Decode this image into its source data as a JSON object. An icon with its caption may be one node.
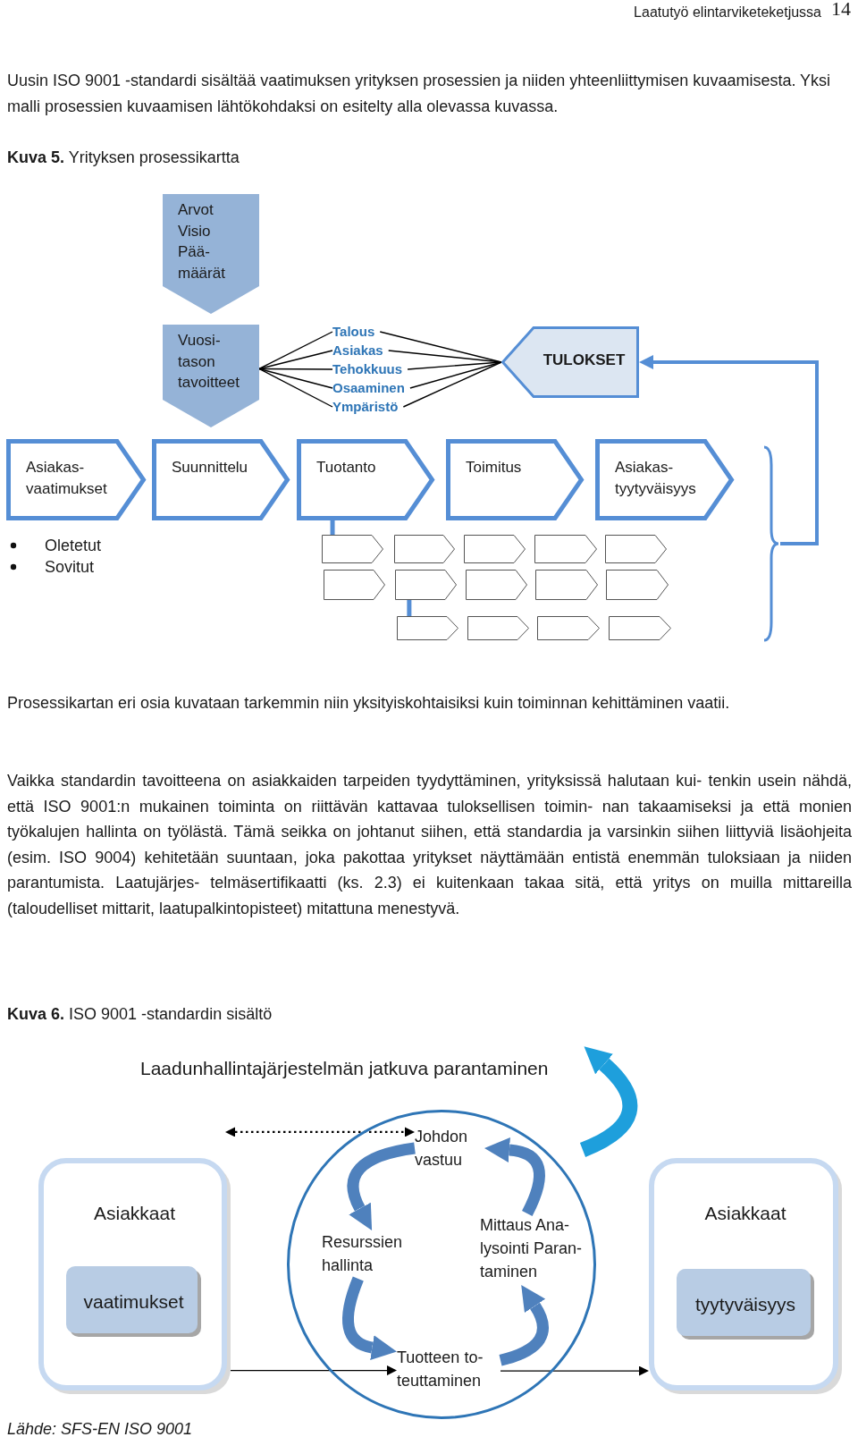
{
  "diagram": {
    "nodes": [
      {
        "text": [
          "Arvot Visio Pää- määrät"
        ]
      },
      {
        "text": [
          "Vuosi- tason tavoitteet"
        ]
      },
      {
        "text": [
          "Talous"
        ]
      },
      {
        "text": [
          "Asiakas"
        ]
      },
      {
        "text": [
          "Tehokkuus"
        ]
      },
      {
        "text": [
          "Osaaminen"
        ]
      },
      {
        "text": [
          "Ympäristö"
        ]
      },
      {
        "text": [
          "TULOKSET"
        ]
      },
      {
        "text": [
          "Asiakas- vaatimukset"
        ]
      },
      {
        "text": [
          "Suunnittelu"
        ]
      },
      {
        "text": [
          "Tuotanto"
        ]
      },
      {
        "text": [
          "Toimitus"
        ]
      },
      {
        "text": [
          "Asiakas- tyytyväisyys"
        ]
      },
      {
        "text": [],
        "shape": "chevron"
      },
      {
        "text": [],
        "shape": "chevron"
      },
      {
        "text": [],
        "shape": "chevron"
      },
      {
        "text": [],
        "shape": "chevron"
      },
      {
        "text": [],
        "shape": "chevron"
      },
      {
        "text": [],
        "shape": "chevron"
      },
      {
        "text": [],
        "shape": "chevron"
      },
      {
        "text": [],
        "shape": "chevron"
      },
      {
        "text": [],
        "shape": "chevron"
      },
      {
        "text": [],
        "shape": "chevron"
      },
      {
        "text": [],
        "shape": "chevron"
      },
      {
        "text": [],
        "shape": "chevron"
      },
      {
        "text": [],
        "shape": "chevron"
      },
      {
        "text": [],
        "shape": "chevron"
      },
      {
        "text": [],
        "shape": "brace"
      },
      {
        "text": [],
        "shape": "circle"
      },
      {
        "text": [
          "Johdon vastuu"
        ],
        "in": 28
      },
      {
        "text": [
          "Resurssien hallinta"
        ],
        "in": 28
      },
      {
        "text": [
          "Mittaus Ana- lysointi Paran- taminen"
        ],
        "in": 28
      },
      {
        "text": [
          "Tuotteen to- teuttaminen"
        ],
        "in": 28
      },
      {
        "text": [
          "Asiakkaat"
        ]
      },
      {
        "text": [
          "vaatimukset"
        ],
        "in": 33
      },
      {
        "text": [
          "Asiakkaat"
        ]
      },
      {
        "text": [
          "tyytyväisyys"
        ],
        "in": 35
      }
    ],
    "edges": [
      {
        "from": 1,
        "to": 2,
        "arrow": "none"
      },
      {
        "from": 1,
        "to": 3,
        "arrow": "none"
      },
      {
        "from": 1,
        "to": 4,
        "arrow": "none"
      },
      {
        "from": 1,
        "to": 5,
        "arrow": "none"
      },
      {
        "from": 1,
        "to": 6,
        "arrow": "none"
      },
      {
        "from": 2,
        "to": 7,
        "arrow": "none"
      },
      {
        "from": 3,
        "to": 7,
        "arrow": "none"
      },
      {
        "from": 4,
        "to": 7,
        "arrow": "none"
      },
      {
        "from": 5,
        "to": 7,
        "arrow": "none"
      },
      {
        "from": 6,
        "to": 7,
        "arrow": "none"
      },
      {
        "from": 10,
        "to": 13,
        "arrow": "none",
        "style": "thick",
        "color": "#558ed5"
      },
      {
        "from": 19,
        "to": 23,
        "arrow": "none",
        "style": "thick",
        "color": "#558ed5"
      },
      {
        "from": 27,
        "to": 7,
        "arrow": "to",
        "style": "thick",
        "color": "#558ed5"
      },
      {
        "from": 29,
        "to": 30,
        "arrow": "to",
        "style": "thick",
        "color": "#4f81bd"
      },
      {
        "from": 30,
        "to": 32,
        "arrow": "to",
        "style": "thick",
        "color": "#4f81bd"
      },
      {
        "from": 32,
        "to": 31,
        "arrow": "to",
        "style": "thick",
        "color": "#4f81bd"
      },
      {
        "from": 31,
        "to": 29,
        "arrow": "to",
        "style": "thick",
        "color": "#4f81bd"
      },
      {
        "from": 33,
        "to": 32,
        "arrow": "to"
      },
      {
        "from": 32,
        "to": 35,
        "arrow": "to"
      },
      {
        "from": 33,
        "to": 29,
        "arrow": "both",
        "style": "dashed"
      }
    ],
    "labels": [
      "Laatutyö elintarviketeketjussa",
      "14",
      "Uusin ISO 9001 -standardi sisältää vaatimuksen yrityksen prosessien ja niiden yhteenliittymisen kuvaamisesta. Yksi malli prosessien kuvaamisen lähtökohdaksi on esitelty alla olevassa kuvassa.",
      "**Kuva 5.** Yrityksen prosessikartta",
      "Oletetut",
      "Sovitut",
      "Prosessikartan eri osia kuvataan tarkemmin niin yksityiskohtaisiksi kuin toiminnan kehittäminen vaatii.",
      "Vaikka standardin tavoitteena on asiakkaiden tarpeiden tyydyttäminen, yrityksissä halutaan kui- tenkin usein nähdä, että ISO 9001:n mukainen toiminta on riittävän kattavaa tuloksellisen toimin- nan takaamiseksi ja että monien työkalujen hallinta on työlästä. Tämä seikka on johtanut siihen, että standardia ja varsinkin siihen liittyviä lisäohjeita (esim. ISO 9004) kehitetään suuntaan, joka pakottaa yritykset näyttämään entistä enemmän tuloksiaan ja niiden parantumista. Laatujärjes- telmäsertifikaatti (ks. 2.3) ei kuitenkaan takaa sitä, että yritys on muilla mittareilla (taloudelliset mittarit, laatupalkintopisteet) mitattuna menestyvä.",
      "**Kuva 6.** ISO 9001 -standardin sisältö",
      "Laadunhallintajärjestelmän jatkuva parantaminen",
      "Lähde: SFS-EN ISO 9001"
    ]
  }
}
